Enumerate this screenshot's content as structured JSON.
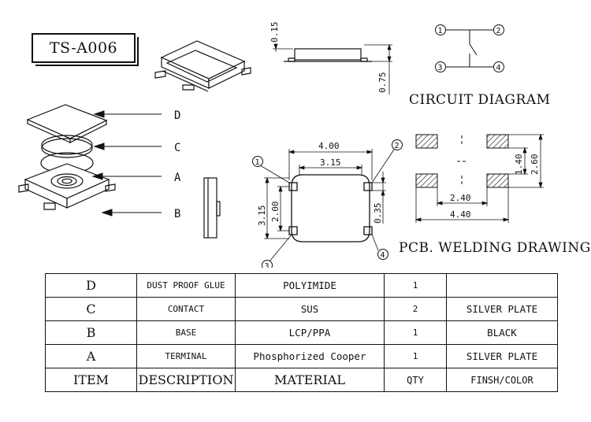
{
  "model": "TS-A006",
  "captions": {
    "circuit": "CIRCUIT DIAGRAM",
    "pcb": "PCB. WELDING DRAWING"
  },
  "callouts": [
    "D",
    "C",
    "A",
    "B"
  ],
  "dimensions": {
    "side_top": "0.15",
    "side_height": "0.75",
    "body_width": "4.00",
    "cap_width": "3.15",
    "body_height": "3.15",
    "pin_span": "2.00",
    "pin_width": "0.35",
    "pad_inner_h": "1.40",
    "pad_outer_h": "2.60",
    "pad_inner_w": "2.40",
    "pad_outer_w": "4.40"
  },
  "pins": [
    "1",
    "2",
    "3",
    "4"
  ],
  "bom": {
    "rows": [
      {
        "item": "D",
        "description": "DUST PROOF GLUE",
        "material": "POLYIMIDE",
        "qty": "1",
        "finish": ""
      },
      {
        "item": "C",
        "description": "CONTACT",
        "material": "SUS",
        "qty": "2",
        "finish": "SILVER PLATE"
      },
      {
        "item": "B",
        "description": "BASE",
        "material": "LCP/PPA",
        "qty": "1",
        "finish": "BLACK"
      },
      {
        "item": "A",
        "description": "TERMINAL",
        "material": "Phosphorized Cooper",
        "qty": "1",
        "finish": "SILVER PLATE"
      }
    ],
    "header": {
      "item": "ITEM",
      "description": "DESCRIPTION",
      "material": "MATERIAL",
      "qty": "QTY",
      "finish": "FINSH/COLOR"
    }
  }
}
